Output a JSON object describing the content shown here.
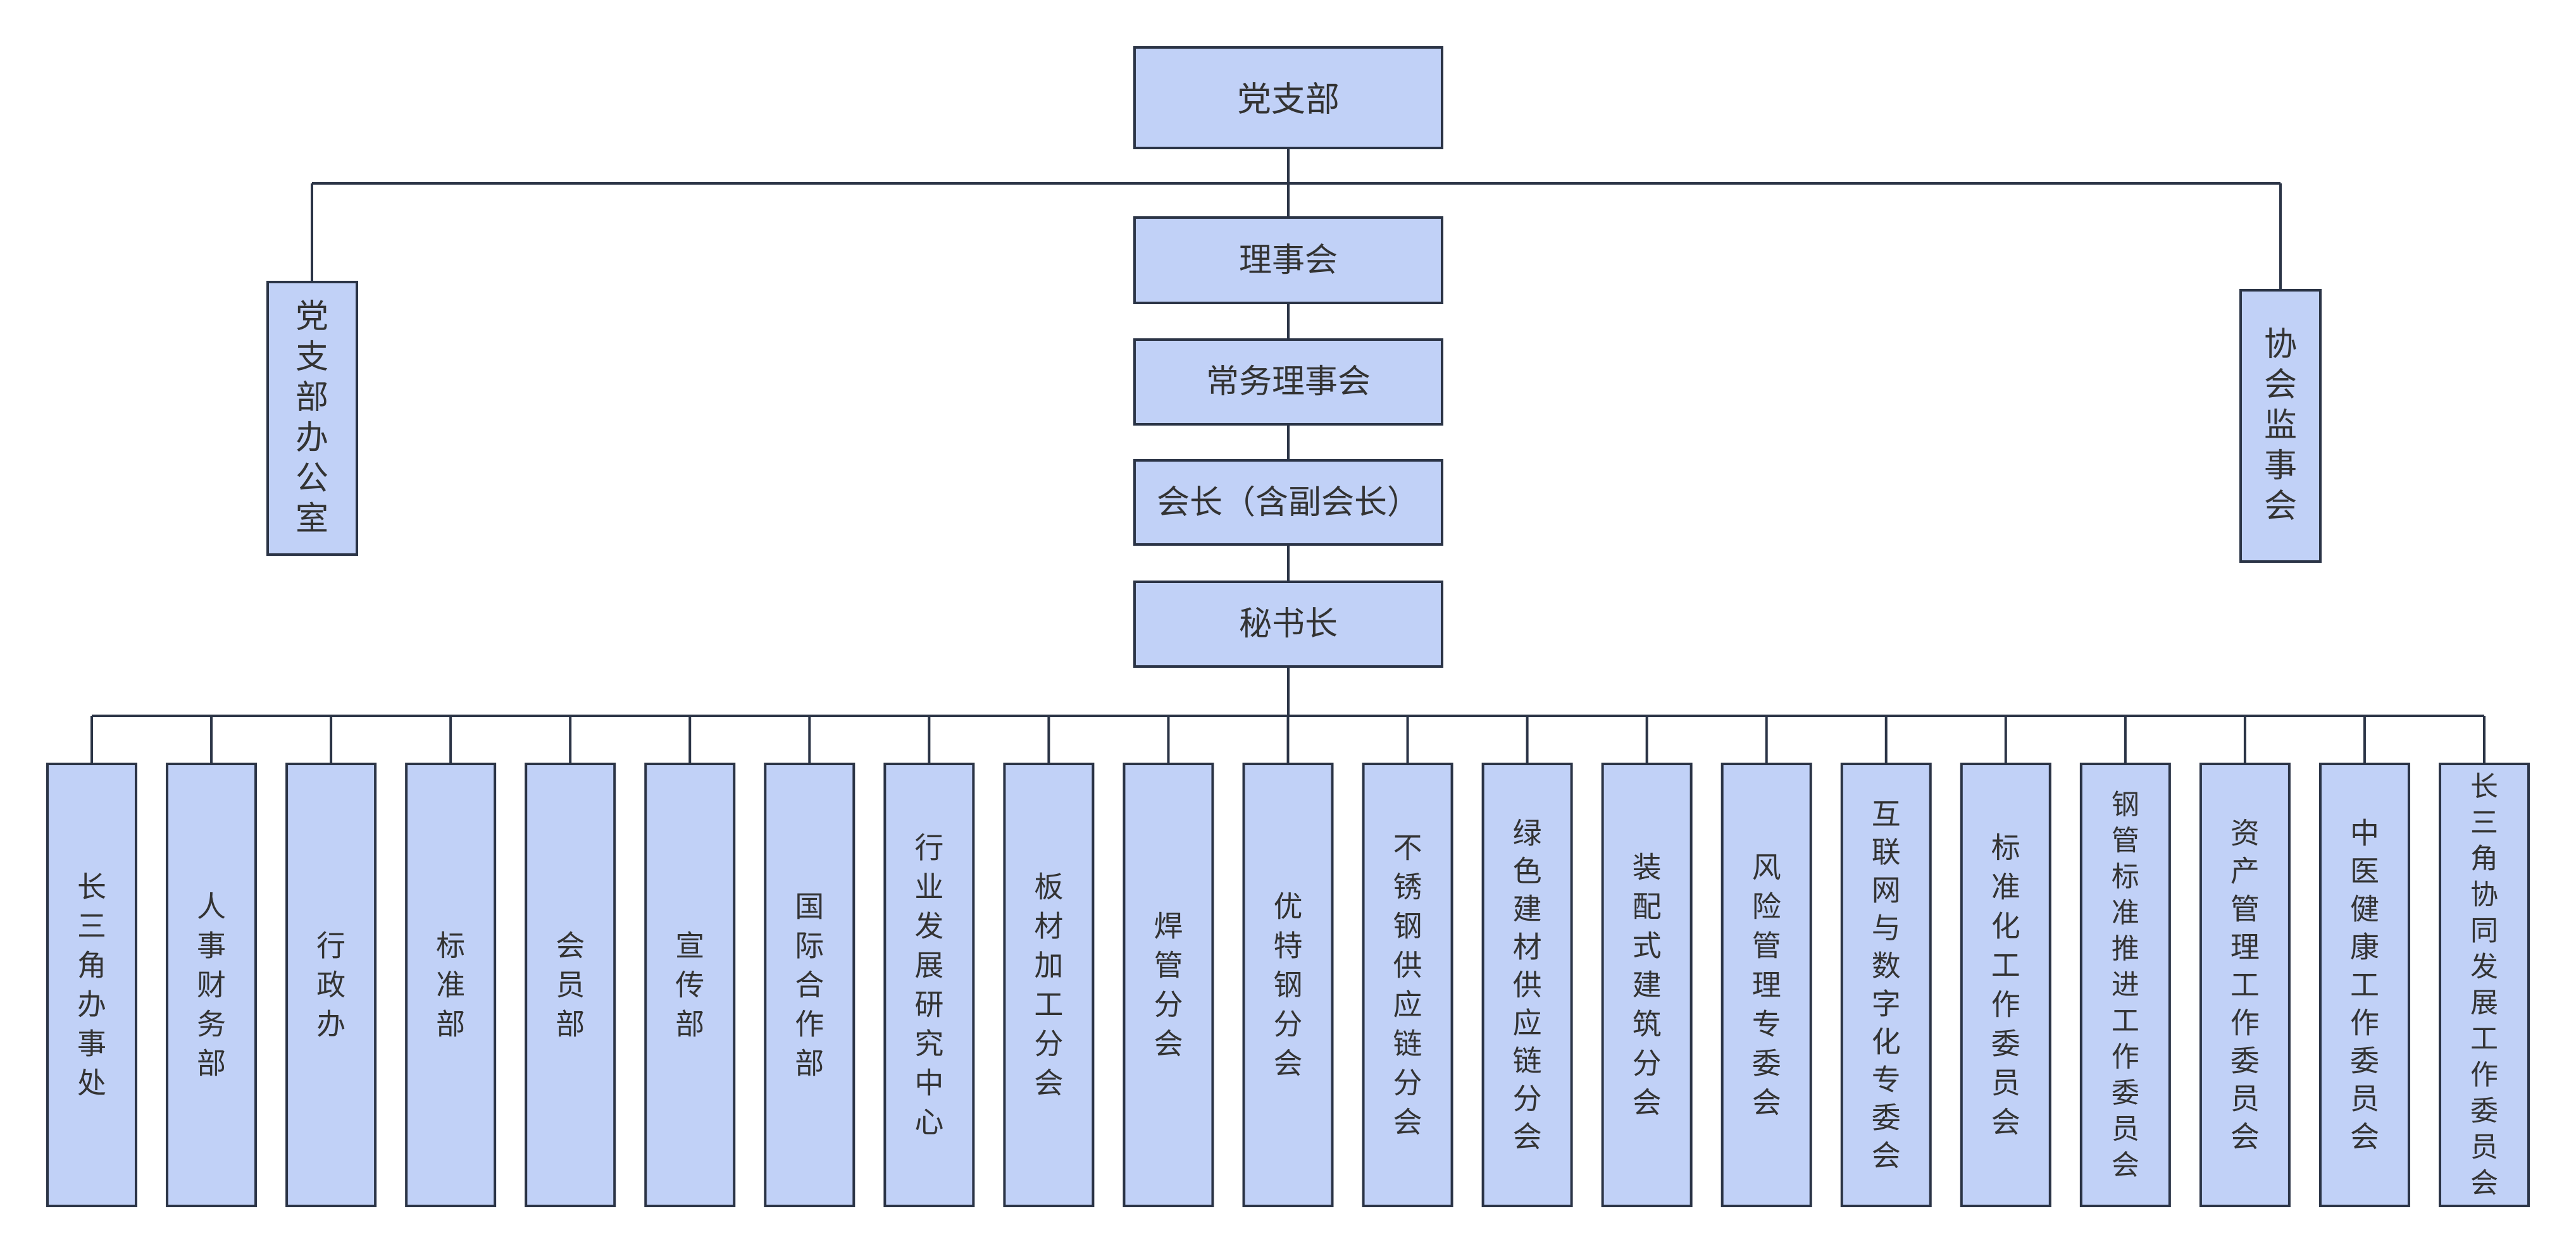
{
  "diagram": {
    "top": "党支部",
    "left_side": "党支部办公室",
    "right_side": "协会监事会",
    "chain": [
      "理事会",
      "常务理事会",
      "会长（含副会长）",
      "秘书长"
    ],
    "departments": [
      "长三角办事处",
      "人事财务部",
      "行政办",
      "标准部",
      "会员部",
      "宣传部",
      "国际合作部",
      "行业发展研究中心",
      "板材加工分会",
      "焊管分会",
      "优特钢分会",
      "不锈钢供应链分会",
      "绿色建材供应链分会",
      "装配式建筑分会",
      "风险管理专委会",
      "互联网与数字化专委会",
      "标准化工作委员会",
      "钢管标准推进工作委员会",
      "资产管理工作委员会",
      "中医健康工作委员会",
      "长三角协同发展工作委员会"
    ]
  },
  "colors": {
    "box_fill": "#c1d1f7",
    "box_stroke": "#2b3446",
    "text": "#333333"
  }
}
